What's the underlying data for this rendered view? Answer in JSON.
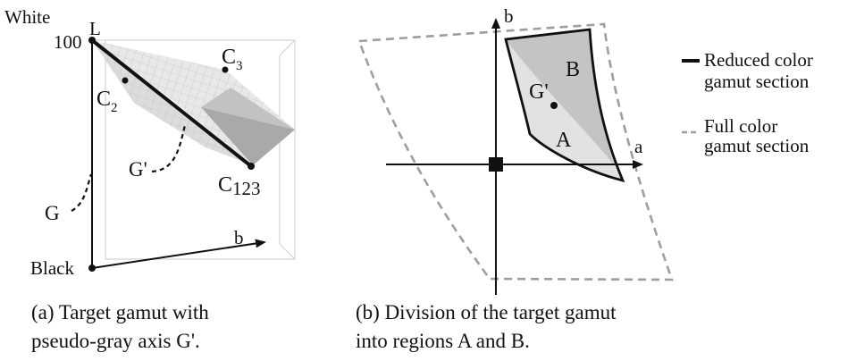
{
  "panel_a": {
    "label_white": "White",
    "label_L": "L",
    "label_100": "100",
    "label_black": "Black",
    "label_b": "b",
    "label_G": "G",
    "label_Gp": "G'",
    "label_C2_main": "C",
    "label_C2_sub": "2",
    "label_C3_main": "C",
    "label_C3_sub": "3",
    "label_C123_main": "C",
    "label_C123_sub": "123",
    "caption_line1": "(a) Target gamut with",
    "caption_line2": "pseudo-gray axis G'."
  },
  "panel_b": {
    "label_b": "b",
    "label_a": "a",
    "label_B": "B",
    "label_A": "A",
    "label_Gp": "G'",
    "caption_line1": "(b) Division of the target gamut",
    "caption_line2": "into regions A and B."
  },
  "legend": {
    "reduced_line1": "Reduced color",
    "reduced_line2": "gamut section",
    "full_line1": "Full color",
    "full_line2": "gamut section"
  },
  "colors": {
    "surface_light": "#e6e6e6",
    "surface_mid": "#c8c8c8",
    "surface_dark": "#9a9a9a",
    "region_A": "#e2e2e2",
    "region_B": "#c4c4c4",
    "dashed": "#9e9e9e",
    "ink": "#111111"
  }
}
